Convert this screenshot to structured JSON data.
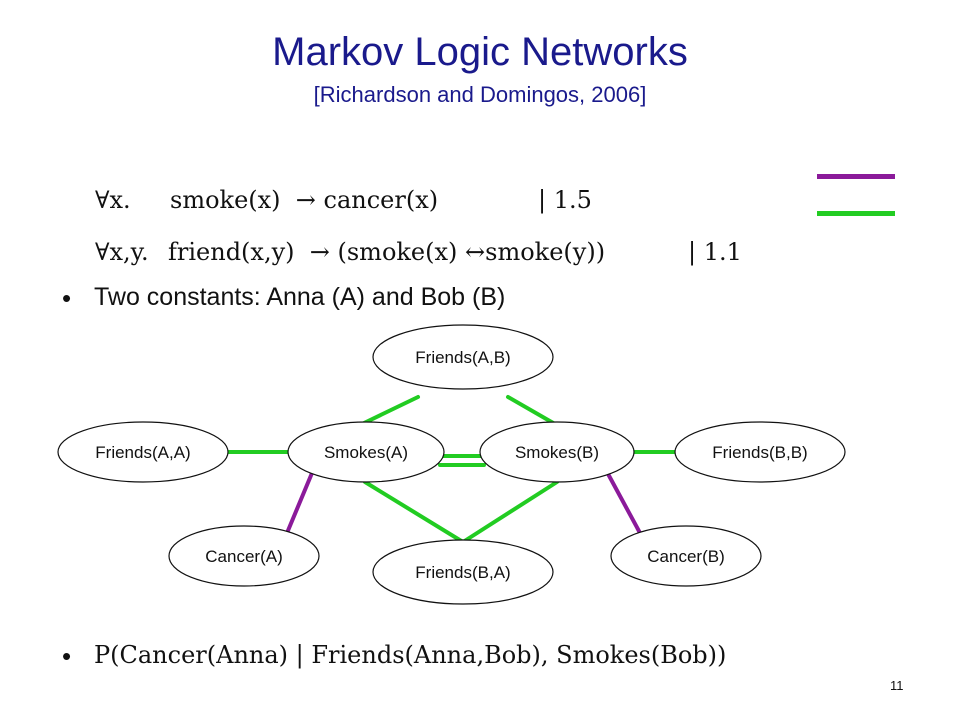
{
  "slide": {
    "title": "Markov Logic Networks",
    "subtitle": "[Richardson and Domingos, 2006]",
    "page_number": "11"
  },
  "formulas": [
    {
      "quantifier": "∀x.",
      "body": "smoke(x)  → cancer(x)",
      "weight": "| 1.5",
      "color": "#8b1a9a"
    },
    {
      "quantifier": "∀x,y.",
      "body": "friend(x,y)  → (smoke(x) ↔smoke(y))",
      "weight": "| 1.1",
      "color": "#22cc22"
    }
  ],
  "bullets": [
    "Two constants: Anna (A) and Bob (B)",
    "P(Cancer(Anna) | Friends(Anna,Bob), Smokes(Bob))"
  ],
  "network": {
    "nodes": [
      {
        "id": "fab",
        "label": "Friends(A,B)"
      },
      {
        "id": "faa",
        "label": "Friends(A,A)"
      },
      {
        "id": "sa",
        "label": "Smokes(A)"
      },
      {
        "id": "sb",
        "label": "Smokes(B)"
      },
      {
        "id": "fbb",
        "label": "Friends(B,B)"
      },
      {
        "id": "ca",
        "label": "Cancer(A)"
      },
      {
        "id": "fba",
        "label": "Friends(B,A)"
      },
      {
        "id": "cb",
        "label": "Cancer(B)"
      }
    ],
    "edges": [
      {
        "from": "fab",
        "to": "sa",
        "formula": 1
      },
      {
        "from": "fab",
        "to": "sb",
        "formula": 1
      },
      {
        "from": "faa",
        "to": "sa",
        "formula": 1
      },
      {
        "from": "sb",
        "to": "fbb",
        "formula": 1
      },
      {
        "from": "sa",
        "to": "sb",
        "formula": 1
      },
      {
        "from": "sa",
        "to": "sb",
        "formula": 1
      },
      {
        "from": "sa",
        "to": "fba",
        "formula": 1
      },
      {
        "from": "sb",
        "to": "fba",
        "formula": 1
      },
      {
        "from": "sa",
        "to": "ca",
        "formula": 0
      },
      {
        "from": "sb",
        "to": "cb",
        "formula": 0
      }
    ]
  }
}
